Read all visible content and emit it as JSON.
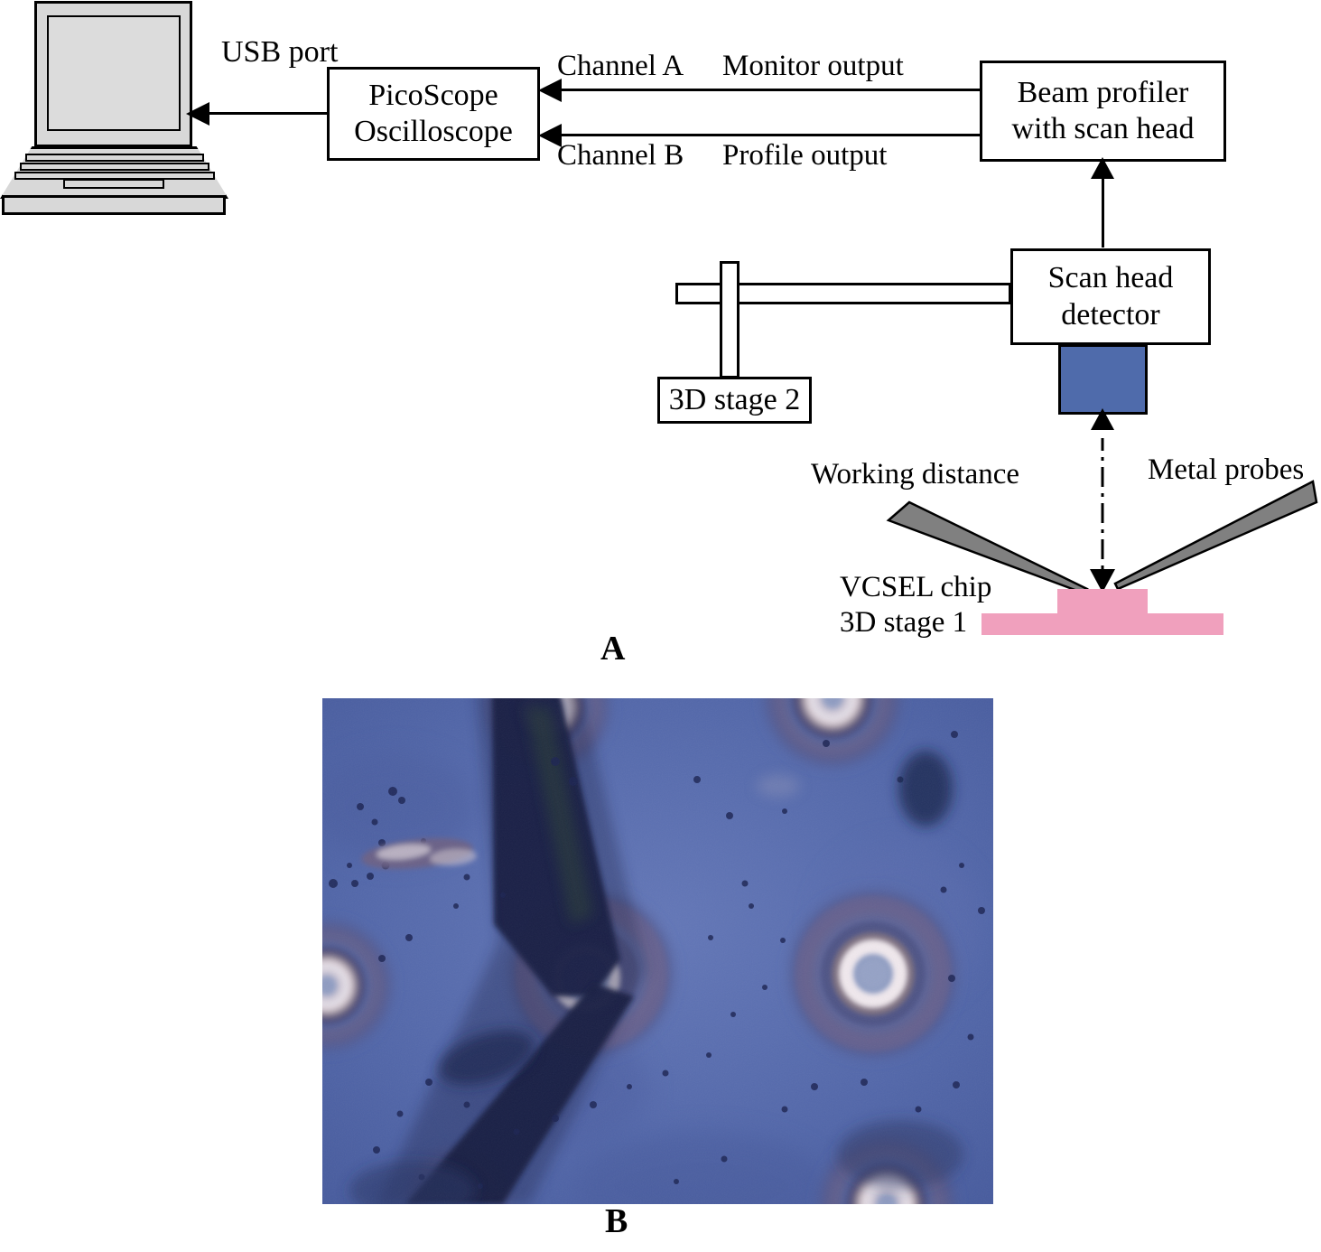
{
  "figure": {
    "panel_a_letter": "A",
    "panel_b_letter": "B"
  },
  "panel_a": {
    "boxes": [
      {
        "id": "picoscope",
        "line1": "PicoScope",
        "line2": "Oscilloscope"
      },
      {
        "id": "beam-profiler",
        "line1": "Beam profiler",
        "line2": "with scan head"
      },
      {
        "id": "scan-head-detector",
        "line1": "Scan head",
        "line2": "detector"
      },
      {
        "id": "stage2",
        "line1": "3D stage 2"
      }
    ],
    "labels": {
      "usb_line1": "USB",
      "usb_line2": "port",
      "channel_a": "Channel A",
      "monitor_output": "Monitor output",
      "channel_b": "Channel B",
      "profile_output": "Profile output",
      "working_distance": "Working distance",
      "metal_probes": "Metal probes",
      "vcsel_chip": "VCSEL chip",
      "stage1": "3D stage 1"
    },
    "colors": {
      "detector_block": "#4f6bab",
      "chip_pink": "#f0a0bd",
      "laptop_grey": "#d8d8d8",
      "probe_grey": "#808080",
      "outline": "#000000"
    }
  },
  "panel_b": {
    "description": "Optical microscope image of VCSEL array with metal probe contacting centre device",
    "colors": {
      "background_blue": "#5368ab",
      "probe_dark": "#1b2352",
      "aperture_bright": "#f2e8ee",
      "ring_dark": "#3b3a62"
    }
  }
}
